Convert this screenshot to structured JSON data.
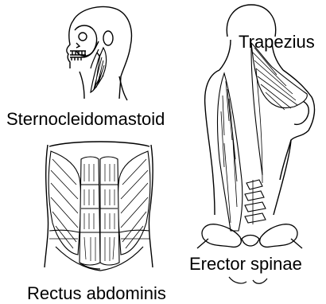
{
  "labels": {
    "sternocleidomastoid": "Sternocleidomastoid",
    "trapezius": "Trapezius",
    "rectus_abdominis": "Rectus abdominis",
    "erector_spinae": "Erector spinae"
  },
  "colors": {
    "line": "#000000",
    "muscle_fill": "#ffffff",
    "background": "#ffffff"
  }
}
